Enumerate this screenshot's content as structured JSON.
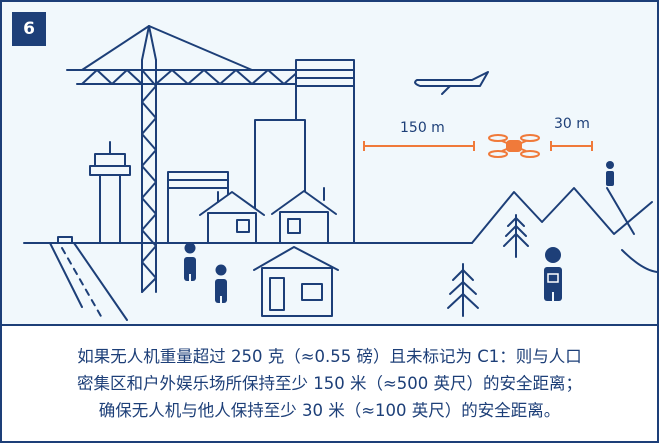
{
  "step_number": "6",
  "labels": {
    "distance_aircraft": "150 m",
    "distance_person": "30 m"
  },
  "caption": {
    "line1": "如果无人机重量超过 250 克（≈0.55 磅）且未标记为 C1：则与人口",
    "line2": "密集区和户外娱乐场所保持至少 150 米（≈500 英尺）的安全距离；",
    "line3": "确保无人机与他人保持至少 30 米（≈100 英尺）的安全距离。"
  },
  "colors": {
    "primary": "#1d3f78",
    "accent": "#f07a3a",
    "sky": "#f1f8fc"
  }
}
